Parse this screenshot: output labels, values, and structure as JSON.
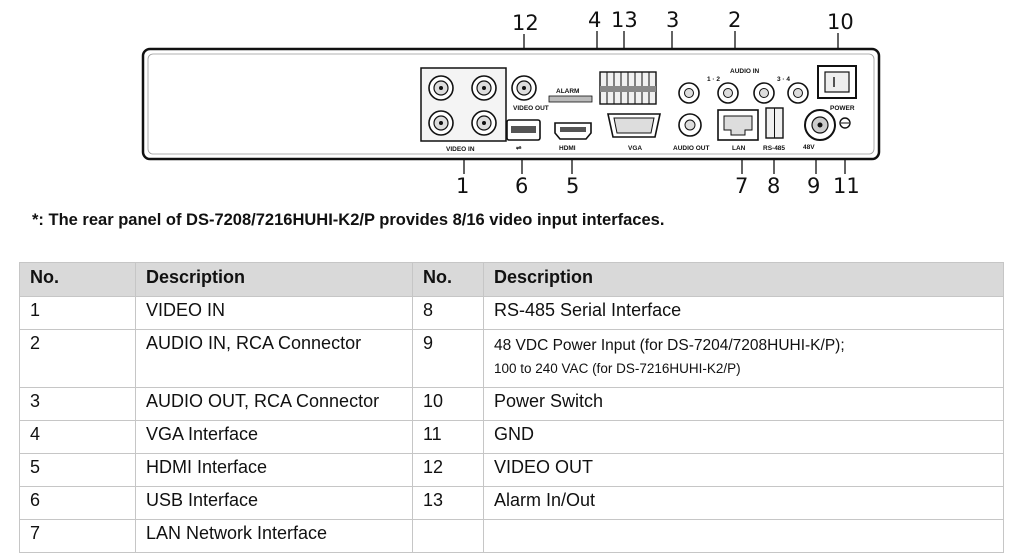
{
  "diagram": {
    "callouts": [
      "12",
      "4",
      "13",
      "3",
      "2",
      "10",
      "1",
      "6",
      "5",
      "7",
      "8",
      "9",
      "11"
    ],
    "labels": {
      "video_in": "VIDEO IN",
      "video_out": "VIDEO OUT",
      "alarm": "ALARM",
      "vga": "VGA",
      "audio_out": "AUDIO OUT",
      "audio_in": "AUDIO IN",
      "lan": "LAN",
      "rs485": "RS-485",
      "power": "POWER",
      "hdmi": "HDMI",
      "dc": "48V",
      "ch12": "1 · 2",
      "ch34": "3 · 4"
    }
  },
  "note": "*: The rear panel of DS-7208/7216HUHI-K2/P provides 8/16 video input interfaces.",
  "table": {
    "headers": [
      "No.",
      "Description",
      "No.",
      "Description"
    ],
    "rows": [
      [
        "1",
        "VIDEO IN",
        "8",
        "RS-485 Serial Interface"
      ],
      [
        "2",
        "AUDIO IN, RCA Connector",
        "9",
        "48 VDC Power Input (for DS-7204/7208HUHI-K/P);",
        "100 to 240 VAC (for DS-7216HUHI-K2/P)"
      ],
      [
        "3",
        "AUDIO OUT, RCA Connector",
        "10",
        "Power Switch"
      ],
      [
        "4",
        "VGA Interface",
        "11",
        "GND"
      ],
      [
        "5",
        "HDMI Interface",
        "12",
        "VIDEO OUT"
      ],
      [
        "6",
        "USB Interface",
        "13",
        "Alarm In/Out"
      ],
      [
        "7",
        "LAN Network Interface",
        "",
        ""
      ]
    ]
  }
}
